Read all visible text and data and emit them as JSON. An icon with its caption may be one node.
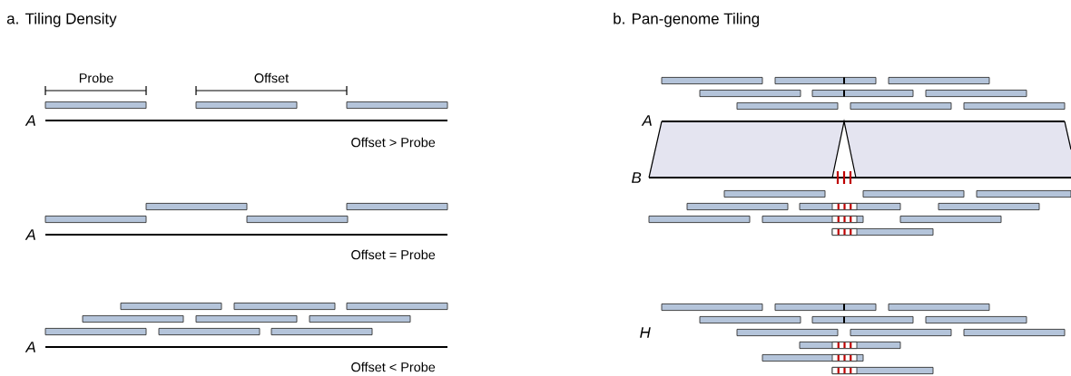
{
  "diagram": {
    "labels": [
      "a. Tiling Density",
      "b. Pan-genome Tiling",
      "Probe",
      "Offset",
      "A",
      "A",
      "Offset > Probe",
      "B",
      "A",
      "Offset = Probe",
      "A",
      "H",
      "Offset < Probe"
    ]
  }
}
